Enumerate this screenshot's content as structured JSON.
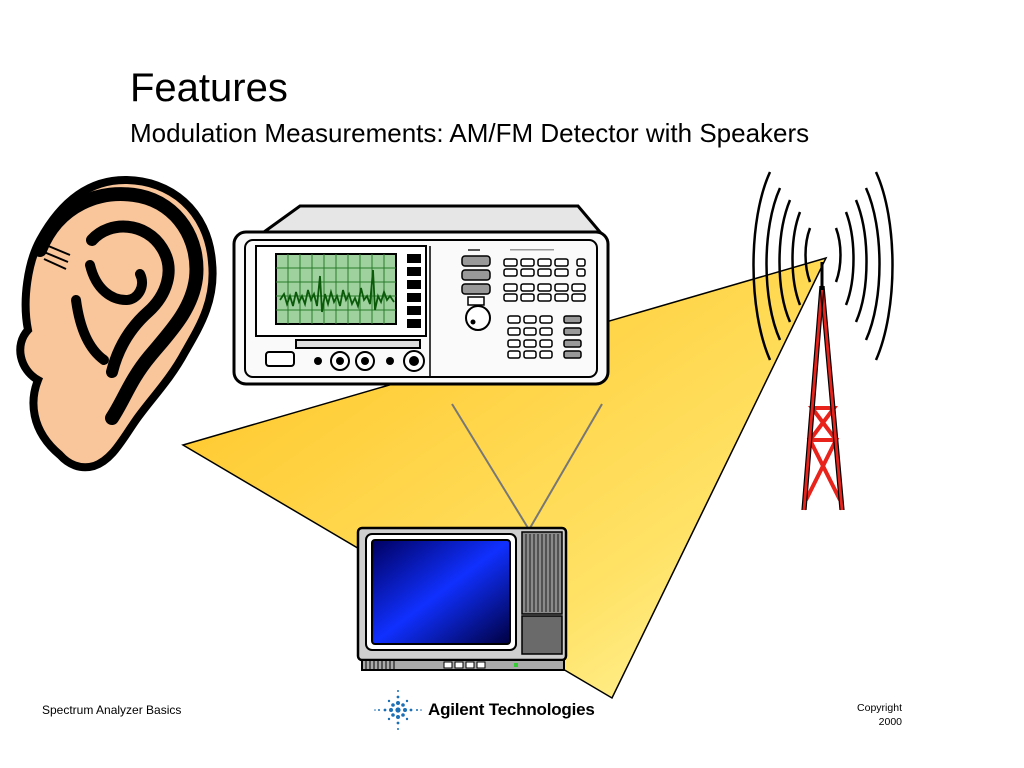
{
  "slide": {
    "title": "Features",
    "subtitle": "Modulation Measurements: AM/FM Detector with Speakers"
  },
  "illustrations": {
    "ear_icon": "ear-icon",
    "analyzer_icon": "spectrum-analyzer-icon",
    "tower_icon": "radio-tower-icon",
    "tv_icon": "television-icon",
    "beam_color": "#ffd34a",
    "tower_color": "#e8231c",
    "screen_color": "#1c2cff"
  },
  "footer": {
    "left_text": "Spectrum Analyzer Basics",
    "logo_text": "Agilent Technologies",
    "copyright_line1": "Copyright",
    "copyright_line2": "2000"
  }
}
